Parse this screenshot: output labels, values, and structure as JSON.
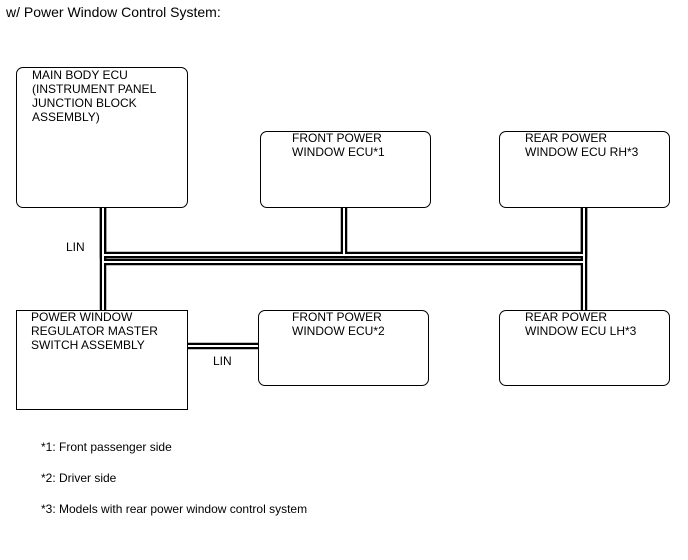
{
  "title": "w/ Power Window Control System:",
  "boxes": {
    "main_body_ecu": "MAIN BODY ECU\n(INSTRUMENT PANEL\nJUNCTION BLOCK\nASSEMBLY)",
    "front_ecu_1": "FRONT POWER\nWINDOW ECU*1",
    "rear_ecu_rh": "REAR POWER\nWINDOW ECU RH*3",
    "master_switch": "POWER WINDOW\nREGULATOR MASTER\nSWITCH ASSEMBLY",
    "front_ecu_2": "FRONT POWER\nWINDOW ECU*2",
    "rear_ecu_lh": "REAR POWER\nWINDOW ECU LH*3"
  },
  "labels": {
    "lin_vertical": "LIN",
    "lin_horizontal": "LIN"
  },
  "notes": [
    "*1: Front passenger side",
    "*2: Driver side",
    "*3: Models with rear power window control system"
  ]
}
